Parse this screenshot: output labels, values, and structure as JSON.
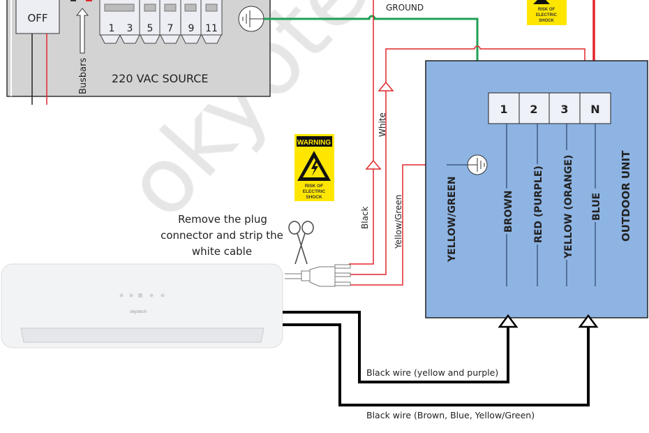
{
  "source_panel": {
    "switch_label": "OFF",
    "busbars_label": "Busbars",
    "breaker_numbers": [
      "1",
      "3",
      "5",
      "7",
      "9",
      "11"
    ],
    "title": "220 VAC SOURCE"
  },
  "ground_label": "GROUND",
  "warning_signs": {
    "header": "WARNING",
    "line1": "RISK OF",
    "line2": "ELECTRIC",
    "line3": "SHOCK"
  },
  "wire_labels": {
    "white": "White",
    "black": "Black",
    "yellow_green": "Yellow/Green"
  },
  "instruction": {
    "line1": "Remove the plug",
    "line2": "connector and strip the",
    "line3": "white cable"
  },
  "indoor_unit": {
    "brand": "okyotech"
  },
  "outdoor_unit": {
    "title": "OUTDOOR UNIT",
    "terminals": [
      "1",
      "2",
      "3",
      "N"
    ],
    "wire_colors": [
      "YELLOW/GREEN",
      "BROWN",
      "RED (PURPLE)",
      "YELLOW (ORANGE)",
      "BLUE"
    ]
  },
  "cables": {
    "cable1": "Black wire (yellow and purple)",
    "cable2": "Black wire (Brown, Blue, Yellow/Green)"
  },
  "watermark": "okyotech",
  "colors": {
    "panel": "#d3d3d3",
    "outdoor_unit": "#8eb4e3",
    "ground_wire": "#1fa053",
    "live_wire": "#e0262b",
    "warning": "#ffe600"
  }
}
